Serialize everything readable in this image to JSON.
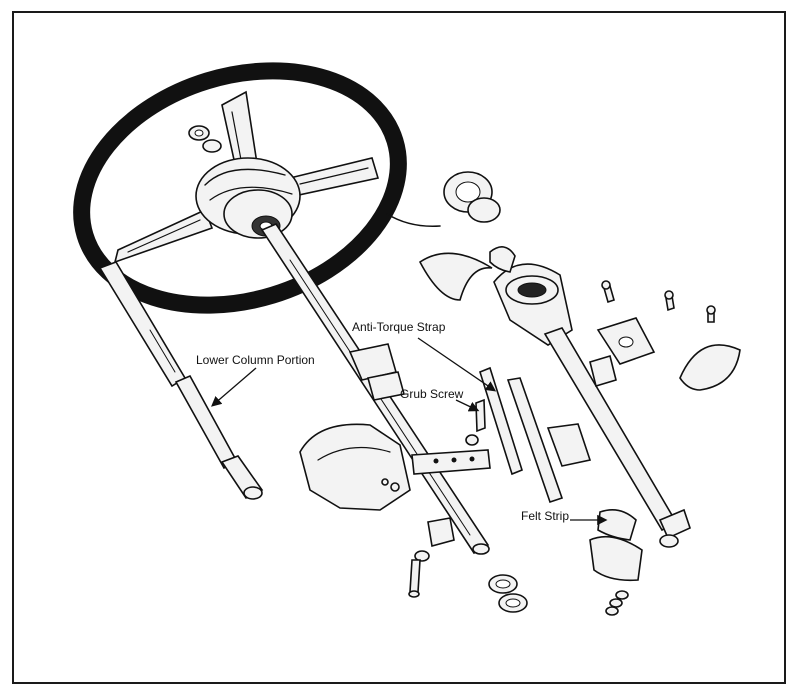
{
  "diagram": {
    "labels": {
      "anti_torque_strap": "Anti-Torque Strap",
      "lower_column_portion": "Lower Column Portion",
      "grub_screw": "Grub Screw",
      "felt_strip": "Felt Strip"
    }
  }
}
